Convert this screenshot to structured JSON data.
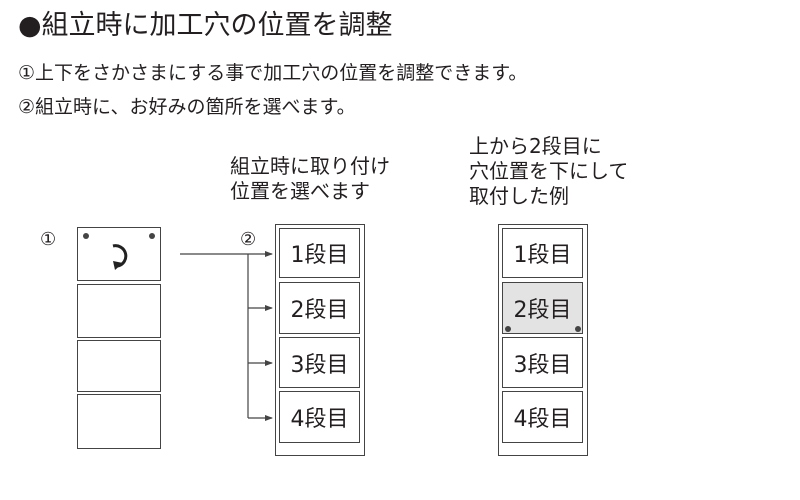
{
  "title": "●組立時に加工穴の位置を調整",
  "notes": [
    "①上下をさかさまにする事で加工穴の位置を調整できます。",
    "②組立時に、お好みの箇所を選べます。"
  ],
  "step1": {
    "number": "①"
  },
  "step2": {
    "number": "②",
    "caption": [
      "組立時に取り付け",
      "位置を選べます"
    ],
    "shelves": [
      "1段目",
      "2段目",
      "3段目",
      "4段目"
    ]
  },
  "example": {
    "caption": [
      "上から2段目に",
      "穴位置を下にして",
      "取付した例"
    ],
    "shelves": [
      "1段目",
      "2段目",
      "3段目",
      "4段目"
    ],
    "highlighted_index": 1
  },
  "colors": {
    "line": "#444444",
    "highlight": "#e3e3e3",
    "text": "#231f20"
  },
  "icons": [
    "rotate-arrow-icon",
    "hole-dot-icon",
    "arrow-right-icon"
  ]
}
